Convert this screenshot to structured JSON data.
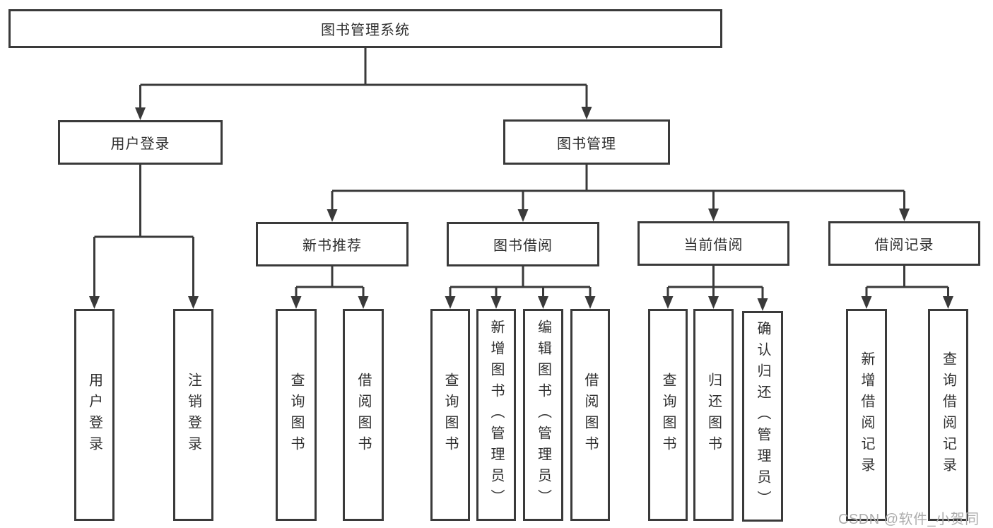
{
  "palette": {
    "line_color": "#3a3a3a",
    "box_border_color": "#3a3a3a",
    "box_background": "#ffffff",
    "text_color": "#2f2f2f",
    "watermark_color": "#adadad"
  },
  "tree": {
    "root": {
      "label": "图书管理系统"
    },
    "level2": [
      {
        "label": "用户登录",
        "children": [
          {
            "label": "用户登录"
          },
          {
            "label": "注销登录"
          }
        ]
      },
      {
        "label": "图书管理"
      }
    ],
    "level3": [
      {
        "label": "新书推荐",
        "children": [
          {
            "label": "查询图书"
          },
          {
            "label": "借阅图书"
          }
        ]
      },
      {
        "label": "图书借阅",
        "children": [
          {
            "label": "查询图书"
          },
          {
            "label": "新增图书（管理员）"
          },
          {
            "label": "编辑图书（管理员）"
          },
          {
            "label": "借阅图书"
          }
        ]
      },
      {
        "label": "当前借阅",
        "children": [
          {
            "label": "查询图书"
          },
          {
            "label": "归还图书"
          },
          {
            "label": "确认归还（管理员）"
          }
        ]
      },
      {
        "label": "借阅记录",
        "children": [
          {
            "label": "新增借阅记录"
          },
          {
            "label": "查询借阅记录"
          }
        ]
      }
    ]
  },
  "watermark": {
    "text": "CSDN @软件_小贺同学"
  }
}
